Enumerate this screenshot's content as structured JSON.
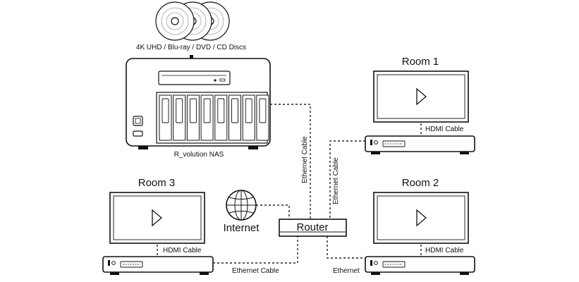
{
  "discs": {
    "label": "4K UHD / Blu-ray / DVD / CD Discs"
  },
  "nas": {
    "label": "R_volution NAS"
  },
  "rooms": [
    {
      "title": "Room 1",
      "cable_label": "HDMI Cable"
    },
    {
      "title": "Room 2",
      "cable_label": "HDMI Cable"
    },
    {
      "title": "Room 3",
      "cable_label": "HDMI Cable"
    }
  ],
  "router": {
    "label": "Router"
  },
  "internet": {
    "label": "Internet"
  },
  "links": {
    "nas_router": "Ethernet Cable",
    "room1_router": "Ethernet Cable",
    "room3_router": "Ethernet Cable",
    "room2_router": "Ethernet"
  }
}
